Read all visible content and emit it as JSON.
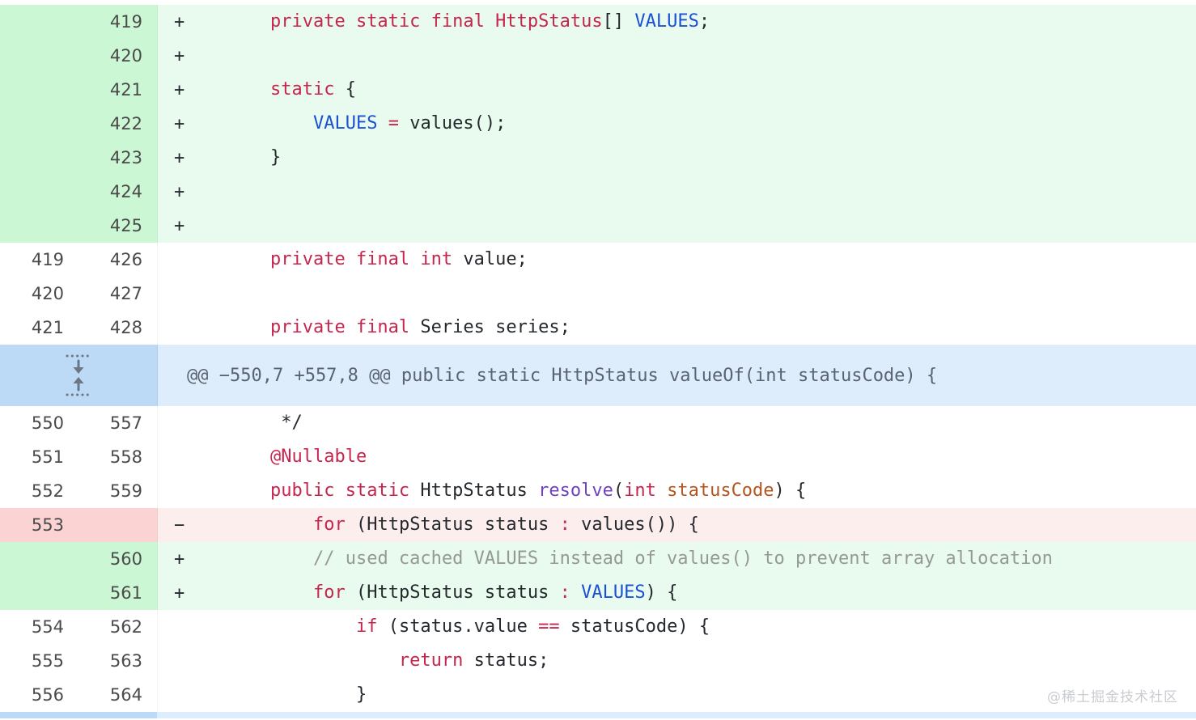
{
  "watermark": "@稀土掘金技术社区",
  "colors": {
    "add_gutter": "#ccf7d4",
    "add_body": "#e9fbee",
    "del_gutter": "#fbd3d3",
    "del_body": "#fdeeee",
    "hunk_gutter": "#bcd9f5",
    "hunk_body": "#ddedfb",
    "context_bg": "#ffffff",
    "keyword": "#c7254e",
    "constant": "#1a4fd6",
    "method": "#6f42c1",
    "parameter": "#b5551d",
    "comment": "#969896",
    "text": "#24292e",
    "line_number": "#4a4a4a",
    "hunk_text": "#5a6370"
  },
  "markers": {
    "add": "+",
    "del": "−",
    "context": "",
    "hunk": ""
  },
  "expand_control": {
    "name": "expand-hunk-button",
    "down_arrow": "↓",
    "up_arrow": "↑"
  },
  "rows": [
    {
      "type": "add",
      "old": "",
      "new": "419",
      "marker": "+",
      "tokens": [
        {
          "t": "    ",
          "c": "t"
        },
        {
          "t": "private static final HttpStatus",
          "c": "k"
        },
        {
          "t": "[] ",
          "c": "t"
        },
        {
          "t": "VALUES",
          "c": "v"
        },
        {
          "t": ";",
          "c": "t"
        }
      ]
    },
    {
      "type": "add",
      "old": "",
      "new": "420",
      "marker": "+",
      "tokens": []
    },
    {
      "type": "add",
      "old": "",
      "new": "421",
      "marker": "+",
      "tokens": [
        {
          "t": "    ",
          "c": "t"
        },
        {
          "t": "static",
          "c": "k"
        },
        {
          "t": " {",
          "c": "t"
        }
      ]
    },
    {
      "type": "add",
      "old": "",
      "new": "422",
      "marker": "+",
      "tokens": [
        {
          "t": "        ",
          "c": "t"
        },
        {
          "t": "VALUES",
          "c": "v"
        },
        {
          "t": " ",
          "c": "t"
        },
        {
          "t": "=",
          "c": "op"
        },
        {
          "t": " values();",
          "c": "t"
        }
      ]
    },
    {
      "type": "add",
      "old": "",
      "new": "423",
      "marker": "+",
      "tokens": [
        {
          "t": "    }",
          "c": "t"
        }
      ]
    },
    {
      "type": "add",
      "old": "",
      "new": "424",
      "marker": "+",
      "tokens": []
    },
    {
      "type": "add",
      "old": "",
      "new": "425",
      "marker": "+",
      "tokens": []
    },
    {
      "type": "ctx",
      "old": "419",
      "new": "426",
      "marker": "",
      "tokens": [
        {
          "t": "    ",
          "c": "t"
        },
        {
          "t": "private final int",
          "c": "k"
        },
        {
          "t": " value;",
          "c": "t"
        }
      ]
    },
    {
      "type": "ctx",
      "old": "420",
      "new": "427",
      "marker": "",
      "tokens": []
    },
    {
      "type": "ctx",
      "old": "421",
      "new": "428",
      "marker": "",
      "tokens": [
        {
          "t": "    ",
          "c": "t"
        },
        {
          "t": "private final",
          "c": "k"
        },
        {
          "t": " Series series;",
          "c": "t"
        }
      ]
    },
    {
      "type": "hunk",
      "old": "",
      "new": "",
      "marker": "",
      "hunk_text": "@@ −550,7 +557,8 @@ public static HttpStatus valueOf(int statusCode) {"
    },
    {
      "type": "ctx",
      "old": "550",
      "new": "557",
      "marker": "",
      "tokens": [
        {
          "t": "     */",
          "c": "t"
        }
      ]
    },
    {
      "type": "ctx",
      "old": "551",
      "new": "558",
      "marker": "",
      "tokens": [
        {
          "t": "    ",
          "c": "t"
        },
        {
          "t": "@Nullable",
          "c": "k"
        }
      ]
    },
    {
      "type": "ctx",
      "old": "552",
      "new": "559",
      "marker": "",
      "tokens": [
        {
          "t": "    ",
          "c": "t"
        },
        {
          "t": "public static",
          "c": "k"
        },
        {
          "t": " HttpStatus ",
          "c": "t"
        },
        {
          "t": "resolve",
          "c": "fn"
        },
        {
          "t": "(",
          "c": "t"
        },
        {
          "t": "int",
          "c": "k"
        },
        {
          "t": " ",
          "c": "t"
        },
        {
          "t": "statusCode",
          "c": "par"
        },
        {
          "t": ") {",
          "c": "t"
        }
      ]
    },
    {
      "type": "del",
      "old": "553",
      "new": "",
      "marker": "−",
      "tokens": [
        {
          "t": "        ",
          "c": "t"
        },
        {
          "t": "for",
          "c": "k"
        },
        {
          "t": " (HttpStatus status ",
          "c": "t"
        },
        {
          "t": ":",
          "c": "k"
        },
        {
          "t": " values()) {",
          "c": "t"
        }
      ]
    },
    {
      "type": "add",
      "old": "",
      "new": "560",
      "marker": "+",
      "tokens": [
        {
          "t": "        ",
          "c": "t"
        },
        {
          "t": "// used cached VALUES instead of values() to prevent array allocation",
          "c": "cm"
        }
      ]
    },
    {
      "type": "add",
      "old": "",
      "new": "561",
      "marker": "+",
      "tokens": [
        {
          "t": "        ",
          "c": "t"
        },
        {
          "t": "for",
          "c": "k"
        },
        {
          "t": " (HttpStatus status ",
          "c": "t"
        },
        {
          "t": ":",
          "c": "k"
        },
        {
          "t": " ",
          "c": "t"
        },
        {
          "t": "VALUES",
          "c": "v"
        },
        {
          "t": ") {",
          "c": "t"
        }
      ]
    },
    {
      "type": "ctx",
      "old": "554",
      "new": "562",
      "marker": "",
      "tokens": [
        {
          "t": "            ",
          "c": "t"
        },
        {
          "t": "if",
          "c": "k"
        },
        {
          "t": " (status.value ",
          "c": "t"
        },
        {
          "t": "==",
          "c": "op"
        },
        {
          "t": " statusCode) {",
          "c": "t"
        }
      ]
    },
    {
      "type": "ctx",
      "old": "555",
      "new": "563",
      "marker": "",
      "tokens": [
        {
          "t": "                ",
          "c": "t"
        },
        {
          "t": "return",
          "c": "k"
        },
        {
          "t": " status;",
          "c": "t"
        }
      ]
    },
    {
      "type": "ctx",
      "old": "556",
      "new": "564",
      "marker": "",
      "tokens": [
        {
          "t": "            }",
          "c": "t"
        }
      ]
    }
  ]
}
